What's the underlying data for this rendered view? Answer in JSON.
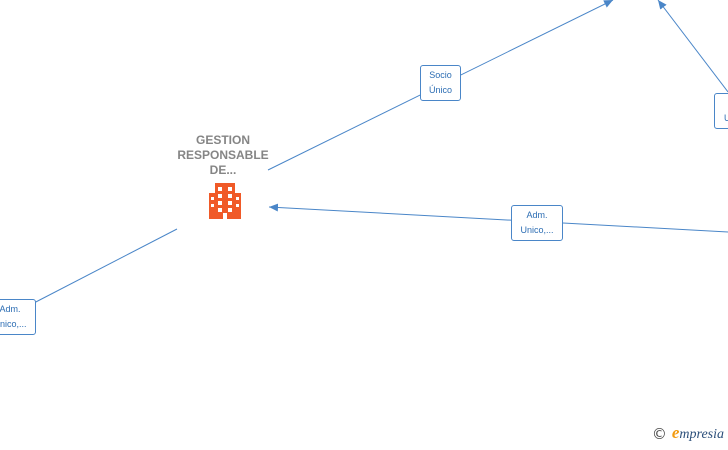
{
  "company": {
    "name": "GESTION\nRESPONSABLE\nDE...",
    "icon": "building-icon",
    "icon_color": "#f05a28"
  },
  "edges": {
    "socio": {
      "line1": "Socio",
      "line2": "Único"
    },
    "adm_right": {
      "line1": "Adm.",
      "line2": "Unico,..."
    },
    "adm_left": {
      "line1": "Adm.",
      "line2": "Unico,..."
    },
    "cut_top_right": {
      "line1": "",
      "line2": "U"
    }
  },
  "colors": {
    "edge_line": "#4a86c8",
    "label_text": "#2c6db3",
    "company_text": "#858585"
  },
  "footer": {
    "copyright_symbol": "©",
    "brand_initial": "e",
    "brand_rest": "mpresia"
  }
}
